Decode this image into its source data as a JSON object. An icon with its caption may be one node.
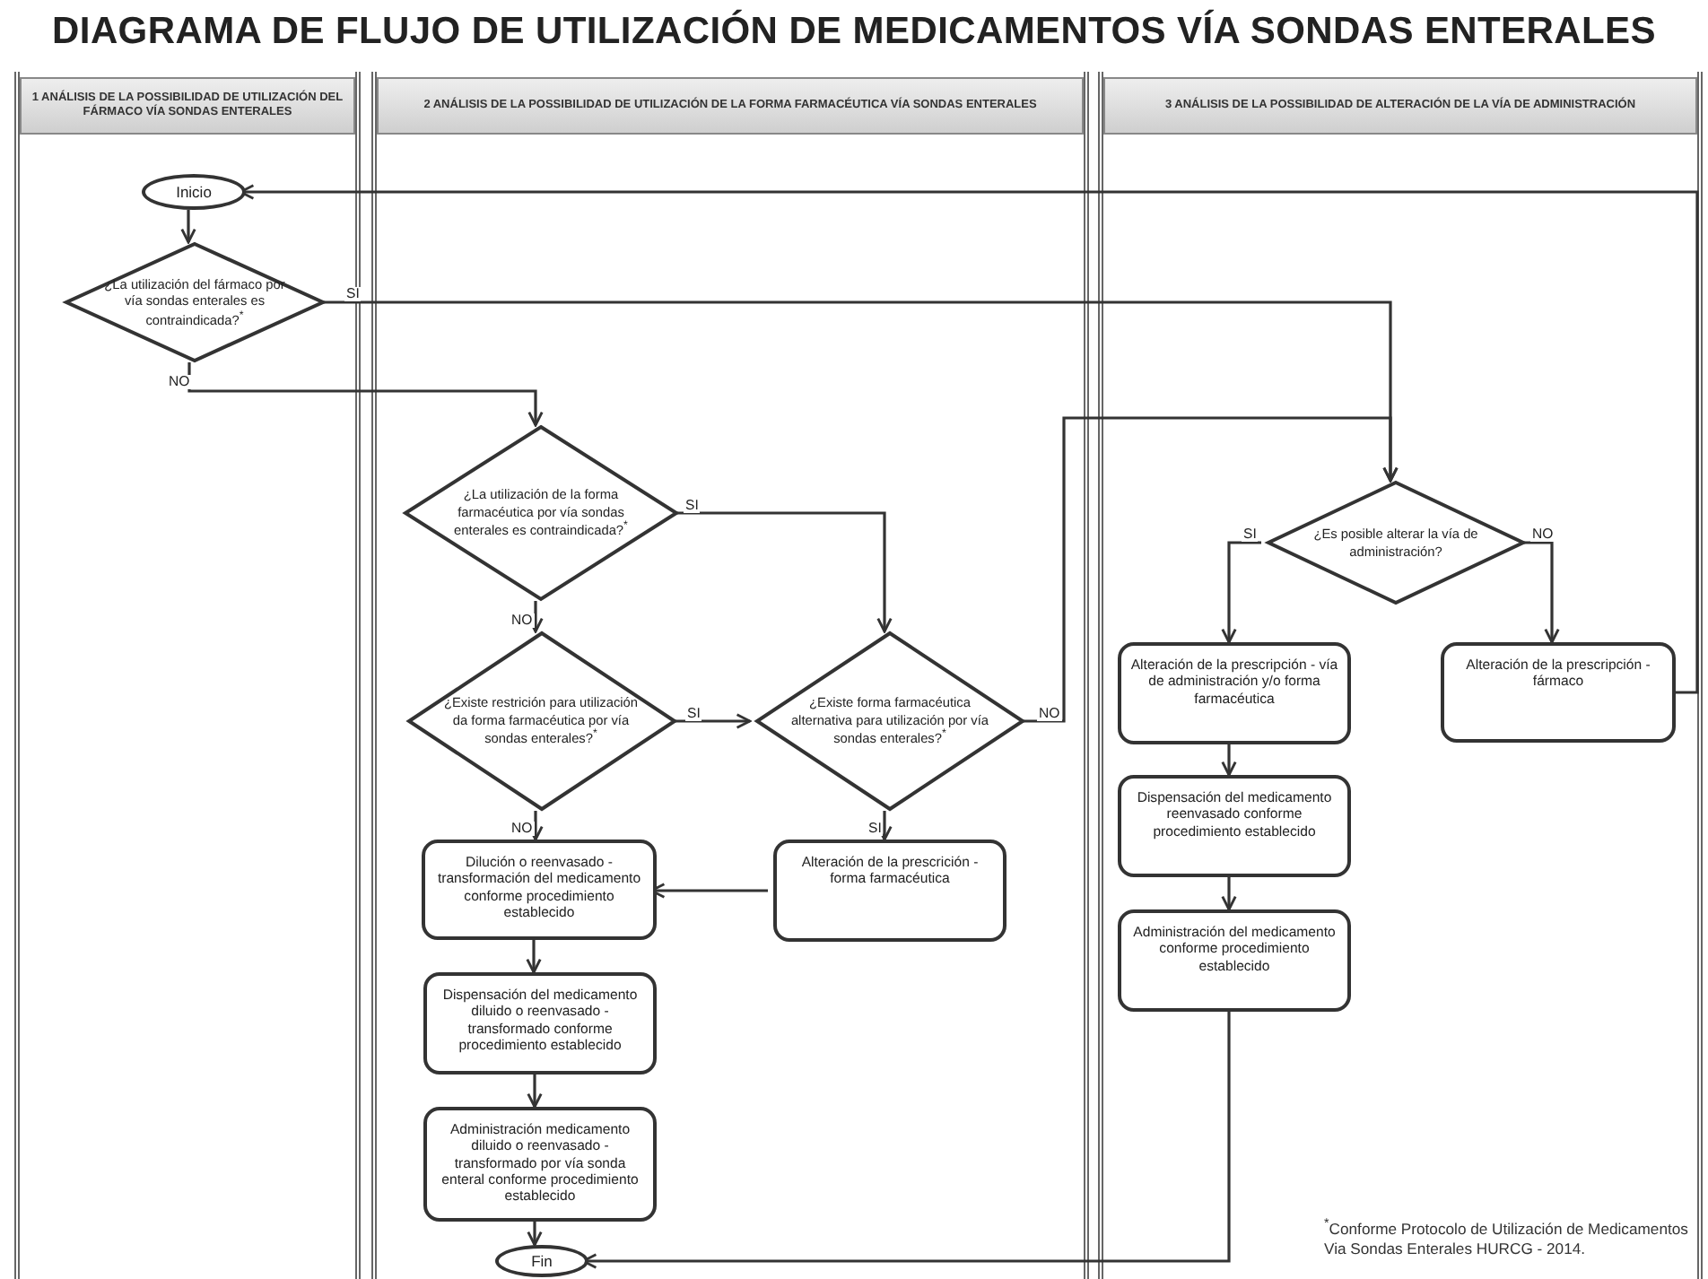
{
  "diagram": {
    "title": "DIAGRAMA DE FLUJO DE UTILIZACIÓN DE MEDICAMENTOS VÍA SONDAS ENTERALES",
    "nodes": [
      {
        "text": [
          "1 ANÁLISIS DE LA POSSIBILIDAD DE UTILIZACIÓN DEL FÁRMACO VÍA SONDAS ENTERALES"
        ]
      },
      {
        "text": [
          "2 ANÁLISIS DE LA POSSIBILIDAD DE UTILIZACIÓN DE LA FORMA FARMACÉUTICA VÍA SONDAS ENTERALES"
        ]
      },
      {
        "text": [
          "3 ANÁLISIS DE LA POSSIBILIDAD DE ALTERACIÓN DE LA VÍA DE ADMINISTRACIÓN"
        ]
      },
      {
        "text": [
          "Inicio"
        ],
        "in": 0
      },
      {
        "text": [
          "¿La utilización del fármaco por vía sondas enterales es contraindicada?$^{*}$"
        ],
        "in": 0
      },
      {
        "text": [
          "¿La utilización de la forma farmacéutica por vía sondas enterales es contraindicada?$^{*}$"
        ],
        "in": 1
      },
      {
        "text": [
          "¿Existe restrición para utilización da forma farmacéutica por vía sondas enterales?$^{*}$"
        ],
        "in": 1
      },
      {
        "text": [
          "¿Existe forma farmacéutica alternativa para utilización por vía sondas enterales?$^{*}$"
        ],
        "in": 1
      },
      {
        "text": [
          "Dilución o reenvasado - transformación del medicamento conforme procedimiento establecido"
        ],
        "in": 1
      },
      {
        "text": [
          "Alteración de la prescrición - forma farmacéutica"
        ],
        "in": 1
      },
      {
        "text": [
          "Dispensación del medicamento diluido o reenvasado - transformado conforme procedimiento establecido"
        ],
        "in": 1
      },
      {
        "text": [
          "Administración medicamento diluido o reenvasado - transformado por vía sonda enteral conforme procedimiento establecido"
        ],
        "in": 1
      },
      {
        "text": [
          "Fin"
        ],
        "in": 1
      },
      {
        "text": [
          "¿Es posible alterar la vía de administración?"
        ],
        "in": 2
      },
      {
        "text": [
          "Alteración de la prescripción - vía de administración y/o forma farmacéutica"
        ],
        "in": 2
      },
      {
        "text": [
          "Alteración de la prescripción - fármaco"
        ],
        "in": 2
      },
      {
        "text": [
          "Dispensación del medicamento reenvasado conforme procedimiento establecido"
        ],
        "in": 2
      },
      {
        "text": [
          "Administración del medicamento conforme procedimiento establecido"
        ],
        "in": 2
      }
    ],
    "edges": [
      {
        "from": 3,
        "to": 4,
        "arrow": "to"
      },
      {
        "from": 4,
        "to": 13,
        "arrow": "to",
        "label": "SI"
      },
      {
        "from": 4,
        "to": 5,
        "arrow": "to",
        "label": "NO"
      },
      {
        "from": 5,
        "to": 6,
        "arrow": "to",
        "label": "NO"
      },
      {
        "from": 5,
        "to": 7,
        "arrow": "to",
        "label": "SI"
      },
      {
        "from": 6,
        "to": 7,
        "arrow": "to",
        "label": "SI"
      },
      {
        "from": 6,
        "to": 8,
        "arrow": "to",
        "label": "NO"
      },
      {
        "from": 7,
        "to": 13,
        "arrow": "to",
        "label": "NO"
      },
      {
        "from": 7,
        "to": 9,
        "arrow": "to",
        "label": "SI"
      },
      {
        "from": 9,
        "to": 8,
        "arrow": "to"
      },
      {
        "from": 8,
        "to": 10,
        "arrow": "to"
      },
      {
        "from": 10,
        "to": 11,
        "arrow": "to"
      },
      {
        "from": 11,
        "to": 12,
        "arrow": "to"
      },
      {
        "from": 13,
        "to": 14,
        "arrow": "to",
        "label": "SI"
      },
      {
        "from": 13,
        "to": 15,
        "arrow": "to",
        "label": "NO"
      },
      {
        "from": 15,
        "to": 3,
        "arrow": "to"
      },
      {
        "from": 14,
        "to": 16,
        "arrow": "to"
      },
      {
        "from": 16,
        "to": 17,
        "arrow": "to"
      },
      {
        "from": 17,
        "to": 12,
        "arrow": "to"
      }
    ],
    "labels": [
      "$^{*}$Conforme Protocolo de Utilización de Medicamentos Via Sondas Enterales HURCG - 2014."
    ]
  }
}
